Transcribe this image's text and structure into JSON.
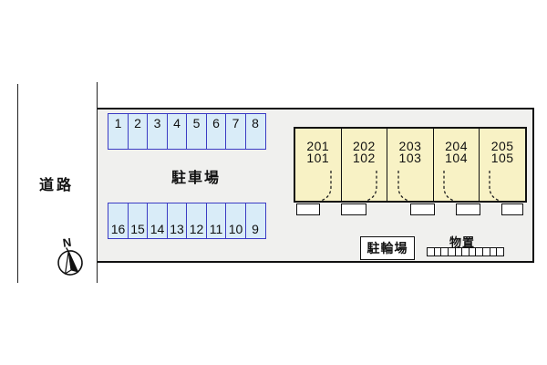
{
  "road": {
    "label": "道路"
  },
  "compass": {
    "label": "N"
  },
  "parking": {
    "label": "駐車場",
    "top_row": [
      "1",
      "2",
      "3",
      "4",
      "5",
      "6",
      "7",
      "8"
    ],
    "bottom_row": [
      "16",
      "15",
      "14",
      "13",
      "12",
      "11",
      "10",
      "9"
    ]
  },
  "building": {
    "units": [
      {
        "upper": "201",
        "lower": "101"
      },
      {
        "upper": "202",
        "lower": "102"
      },
      {
        "upper": "203",
        "lower": "103"
      },
      {
        "upper": "204",
        "lower": "104"
      },
      {
        "upper": "205",
        "lower": "105"
      }
    ]
  },
  "bike_parking": {
    "label": "駐輪場"
  },
  "storage": {
    "label": "物置",
    "cell_count": 11
  },
  "colors": {
    "site_bg": "#f0f0ee",
    "parking_fill": "#d9ecf8",
    "parking_border": "#3b3bc4",
    "building_fill": "#f8f2c5",
    "line": "#111111"
  }
}
